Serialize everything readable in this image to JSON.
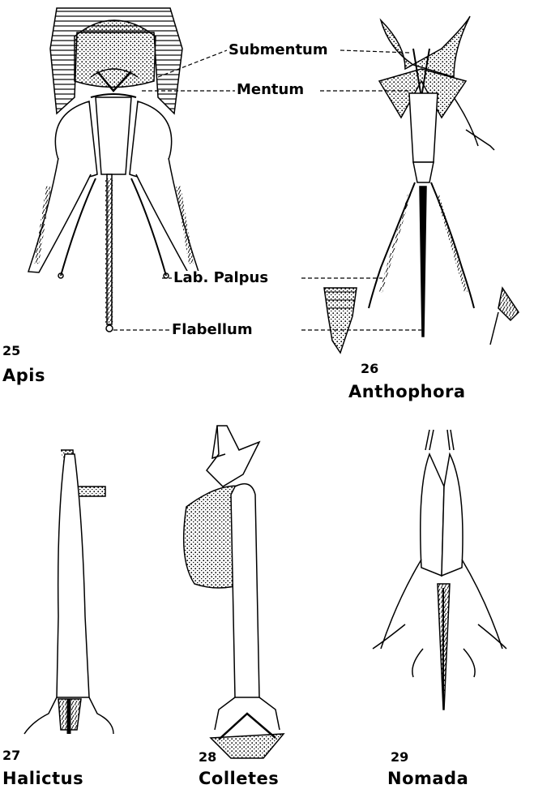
{
  "labels": {
    "submentum": "Submentum",
    "mentum": "Mentum",
    "lab_palpus": "Lab. Palpus",
    "flabellum": "Flabellum"
  },
  "figures": [
    {
      "number": "25",
      "genus": "Apis"
    },
    {
      "number": "26",
      "genus": "Anthophora"
    },
    {
      "number": "27",
      "genus": "Halictus"
    },
    {
      "number": "28",
      "genus": "Colletes"
    },
    {
      "number": "29",
      "genus": "Nomada"
    }
  ]
}
